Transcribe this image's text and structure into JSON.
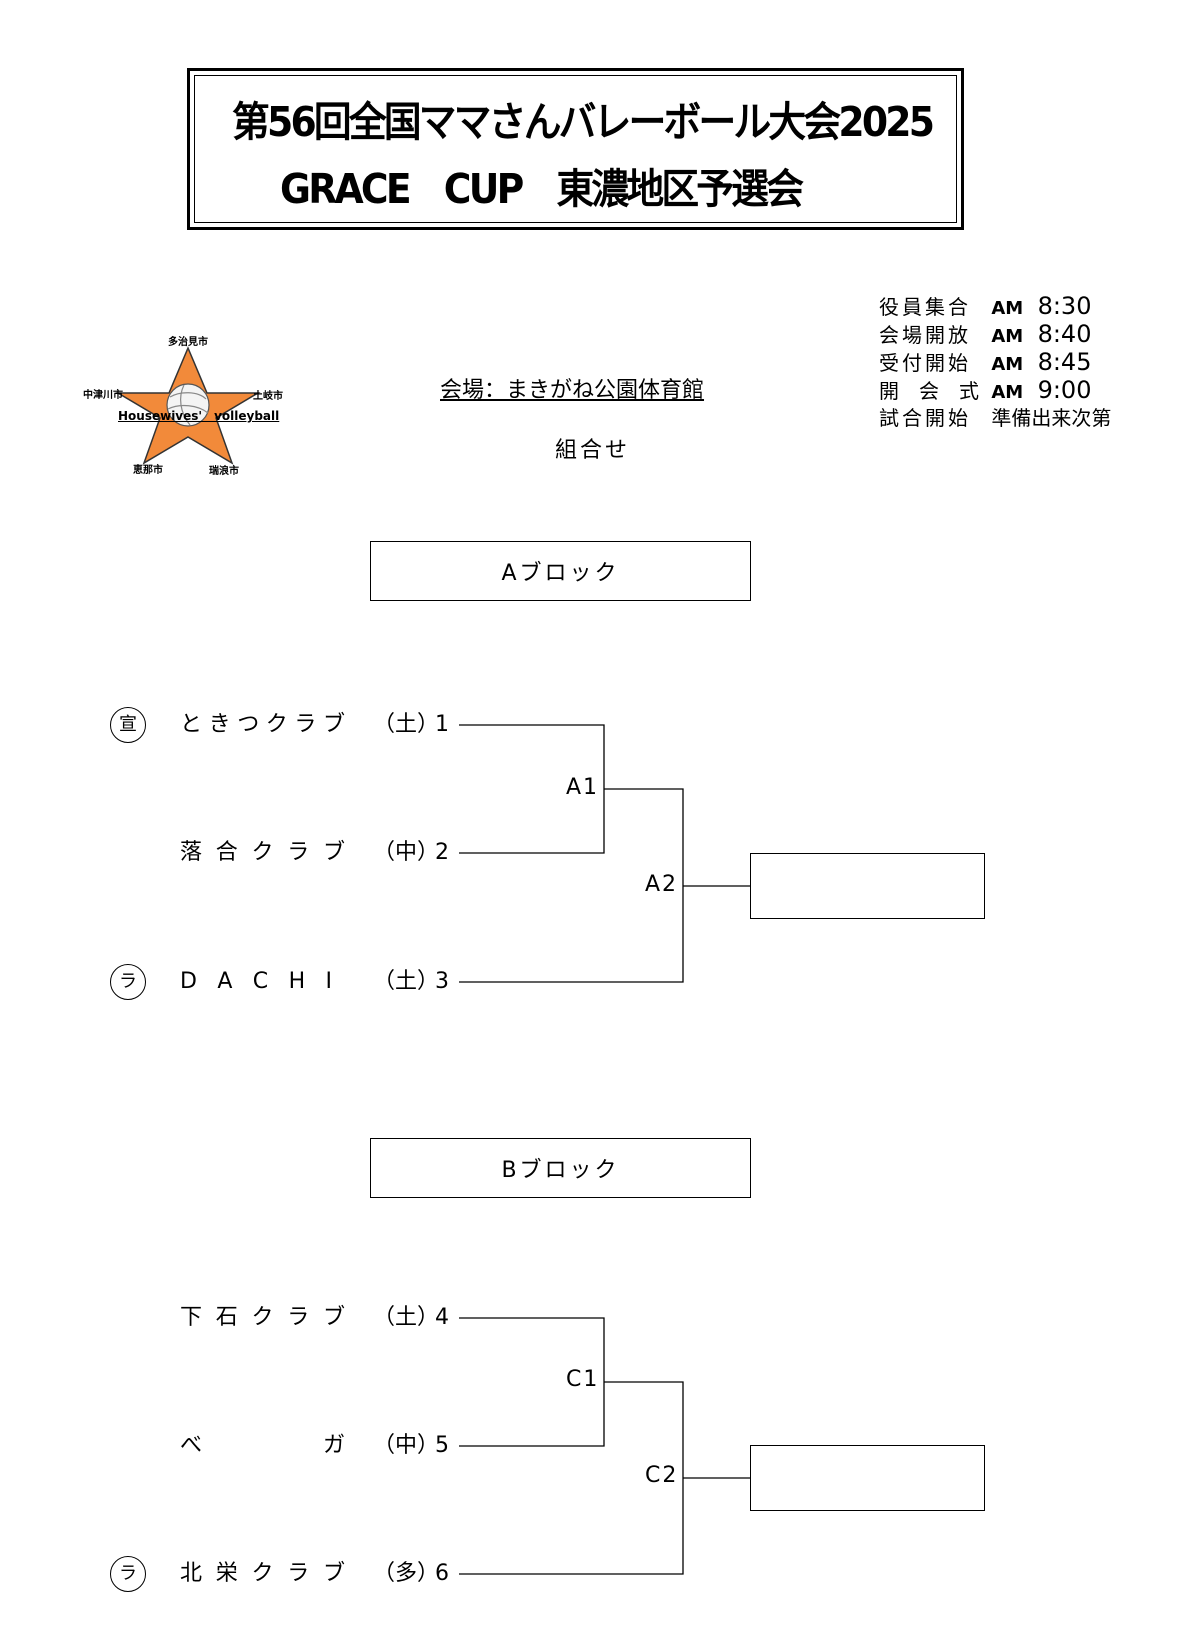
{
  "title": {
    "line1": "第56回全国ママさんバレーボール大会2025",
    "line2": "GRACE　CUP　東濃地区予選会"
  },
  "logo": {
    "cities": {
      "top": "多治見市",
      "left": "中津川市",
      "right": "土岐市",
      "bottom_left": "恵那市",
      "bottom_right": "瑞浪市"
    },
    "caption": "Housewives'　volleyball",
    "colors": {
      "star": "#f28a3a",
      "outline": "#333333"
    }
  },
  "schedule": [
    {
      "label": "役員集合",
      "am": "AM",
      "time": "8:30"
    },
    {
      "label": "会場開放",
      "am": "AM",
      "time": "8:40"
    },
    {
      "label": "受付開始",
      "am": "AM",
      "time": "8:45"
    },
    {
      "label": "開　会　式",
      "am": "AM",
      "time": "9:00"
    },
    {
      "label": "試合開始",
      "am": "",
      "time": "準備出来次第"
    }
  ],
  "venue": "会場：まきがね公園体育館",
  "pairing_label": "組合せ",
  "blocks": [
    {
      "header": "Aブロック",
      "teams": [
        {
          "mark": "宣",
          "name": [
            "と",
            "き",
            "つ",
            "ク",
            "ラ",
            "ブ"
          ],
          "pref": "（土）",
          "num": "1"
        },
        {
          "mark": "",
          "name": [
            "落",
            "合",
            "ク",
            "ラ",
            "ブ"
          ],
          "pref": "（中）",
          "num": "2"
        },
        {
          "mark": "ラ",
          "name": [
            "D",
            "A",
            "C",
            "H",
            "I"
          ],
          "pref": "（土）",
          "num": "3"
        }
      ],
      "matches": [
        "A1",
        "A2"
      ]
    },
    {
      "header": "Bブロック",
      "teams": [
        {
          "mark": "",
          "name": [
            "下",
            "石",
            "ク",
            "ラ",
            "ブ"
          ],
          "pref": "（土）",
          "num": "4"
        },
        {
          "mark": "",
          "name": [
            "べ",
            "ガ"
          ],
          "pref": "（中）",
          "num": "5"
        },
        {
          "mark": "ラ",
          "name": [
            "北",
            "栄",
            "ク",
            "ラ",
            "ブ"
          ],
          "pref": "（多）",
          "num": "6"
        }
      ],
      "matches": [
        "C1",
        "C2"
      ]
    }
  ]
}
